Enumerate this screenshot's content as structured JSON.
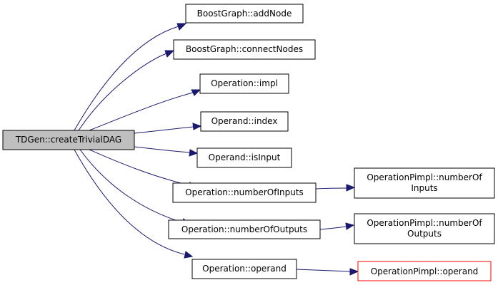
{
  "colors": {
    "edge": "#191970",
    "root_fill": "#bfbfbf",
    "node_border": "#000000",
    "external_border": "#ff0000"
  },
  "nodes": {
    "root": {
      "label": "TDGen::createTrivialDAG"
    },
    "add_node": {
      "label": "BoostGraph::addNode"
    },
    "connect_nodes": {
      "label": "BoostGraph::connectNodes"
    },
    "operation_impl": {
      "label": "Operation::impl"
    },
    "operand_index": {
      "label": "Operand::index"
    },
    "operand_is_input": {
      "label": "Operand::isInput"
    },
    "operation_number_of_inputs": {
      "label": "Operation::numberOfInputs"
    },
    "operation_number_of_outputs": {
      "label": "Operation::numberOfOutputs"
    },
    "operation_operand": {
      "label": "Operation::operand"
    },
    "pimpl_number_of_inputs": {
      "line1": "OperationPimpl::numberOf",
      "line2": "Inputs"
    },
    "pimpl_number_of_outputs": {
      "line1": "OperationPimpl::numberOf",
      "line2": "Outputs"
    },
    "pimpl_operand": {
      "label": "OperationPimpl::operand"
    }
  }
}
